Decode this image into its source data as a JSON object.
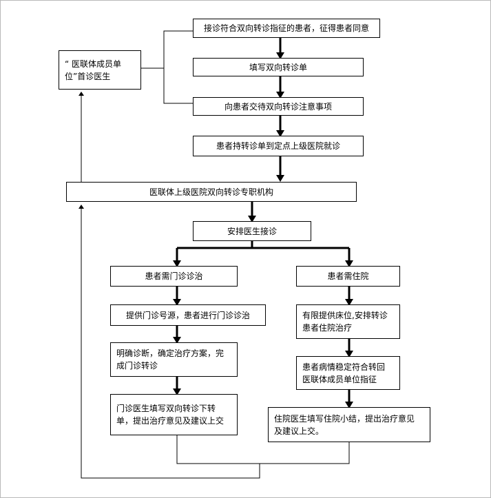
{
  "boxes": {
    "receive": "接诊符合双向转诊指征的患者，征得患者同意",
    "fill_form": "填写双向转诊单",
    "notice": "向患者交待双向转诊注意事项",
    "go_upper": "患者持转诊单到定点上级医院就诊",
    "first_doctor": "“ 医联体成员单\n位”首诊医生",
    "agency": "医联体上级医院双向转诊专职机构",
    "arrange": "安排医生接诊",
    "outpatient": "患者需门诊诊治",
    "provide_number": "提供门诊号源，患者进行门诊诊治",
    "diagnose": "明确诊断，确定治疗方案，完\n成门诊转诊",
    "outpatient_doctor": "门诊医生填写双向转诊下转\n单，提出治疗意见及建议上交",
    "inpatient": "患者需住院",
    "beds": "有限提供床位,安排转诊\n患者住院治疗",
    "stable": "患者病情稳定符合转回\n医联体成员单位指征",
    "inpatient_doctor": "住院医生填写住院小结，提出治疗意见\n及建议上交。"
  }
}
